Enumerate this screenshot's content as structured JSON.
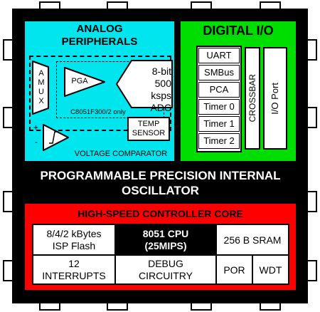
{
  "analog": {
    "title_line1": "ANALOG",
    "title_line2": "PERIPHERALS",
    "amux": "AMUX",
    "pga": "PGA",
    "adc_line1": "8-bit",
    "adc_line2": "500 ksps",
    "adc_line3": "ADC",
    "device_note": "C8051F300/2 only",
    "temp_line1": "TEMP",
    "temp_line2": "SENSOR",
    "comparator_label": "VOLTAGE COMPARATOR",
    "plus": "+",
    "minus": "-"
  },
  "digital": {
    "title": "DIGITAL I/O",
    "peripherals": [
      "UART",
      "SMBus",
      "PCA",
      "Timer 0",
      "Timer 1",
      "Timer 2"
    ],
    "crossbar": "CROSSBAR",
    "io_port": "I/O Port"
  },
  "oscillator": {
    "line1": "PROGRAMMABLE PRECISION INTERNAL",
    "line2": "OSCILLATOR"
  },
  "core": {
    "title": "HIGH-SPEED CONTROLLER CORE",
    "flash_line1": "8/4/2 kBytes",
    "flash_line2": "ISP Flash",
    "cpu_line1": "8051 CPU",
    "cpu_line2": "(25MIPS)",
    "sram": "256 B SRAM",
    "interrupts_line1": "12",
    "interrupts_line2": "INTERRUPTS",
    "debug_line1": "DEBUG",
    "debug_line2": "CIRCUITRY",
    "por": "POR",
    "wdt": "WDT"
  },
  "colors": {
    "analog_bg": "#00e5ee",
    "digital_bg": "#00dd00",
    "core_bg": "#ff0000",
    "chip_body": "#000000"
  }
}
